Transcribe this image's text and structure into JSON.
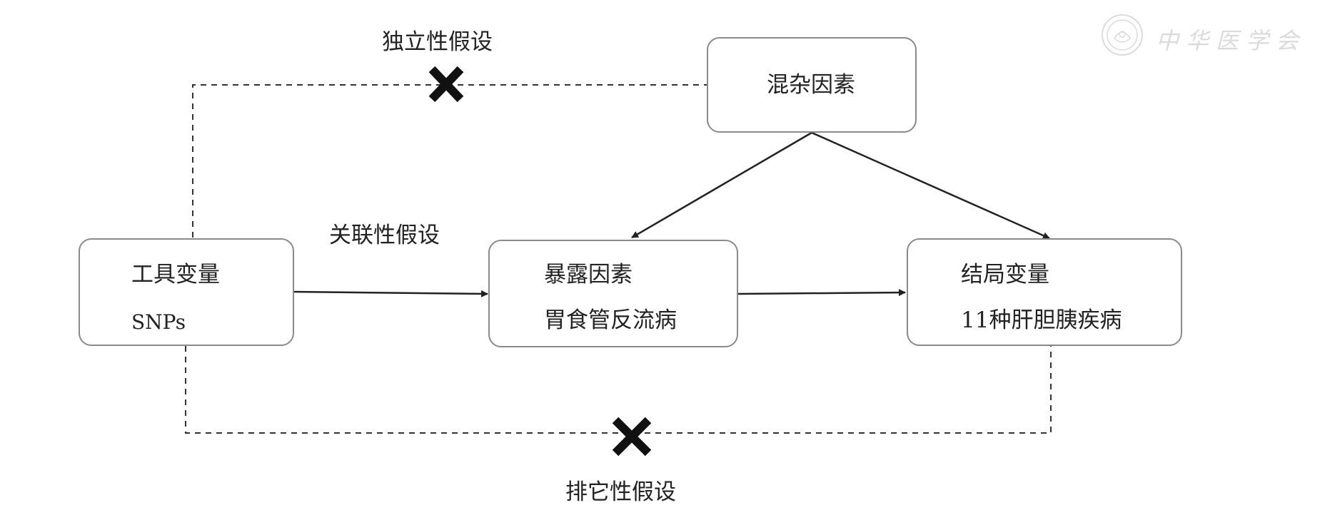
{
  "boxes": {
    "instrument": {
      "title": "工具变量",
      "subtitle": "SNPs"
    },
    "exposure": {
      "title": "暴露因素",
      "subtitle": "胃食管反流病"
    },
    "outcome": {
      "title": "结局变量",
      "subtitle": "11种肝胆胰疾病"
    },
    "confounder": {
      "title": "混杂因素"
    }
  },
  "assumptions": {
    "independence": "独立性假设",
    "relevance": "关联性假设",
    "exclusion": "排它性假设"
  },
  "watermark": {
    "text": "中华医学会"
  },
  "colors": {
    "box_border": "#8a8a8a",
    "arrow": "#222222",
    "cross": "#111111",
    "text": "#222222"
  }
}
